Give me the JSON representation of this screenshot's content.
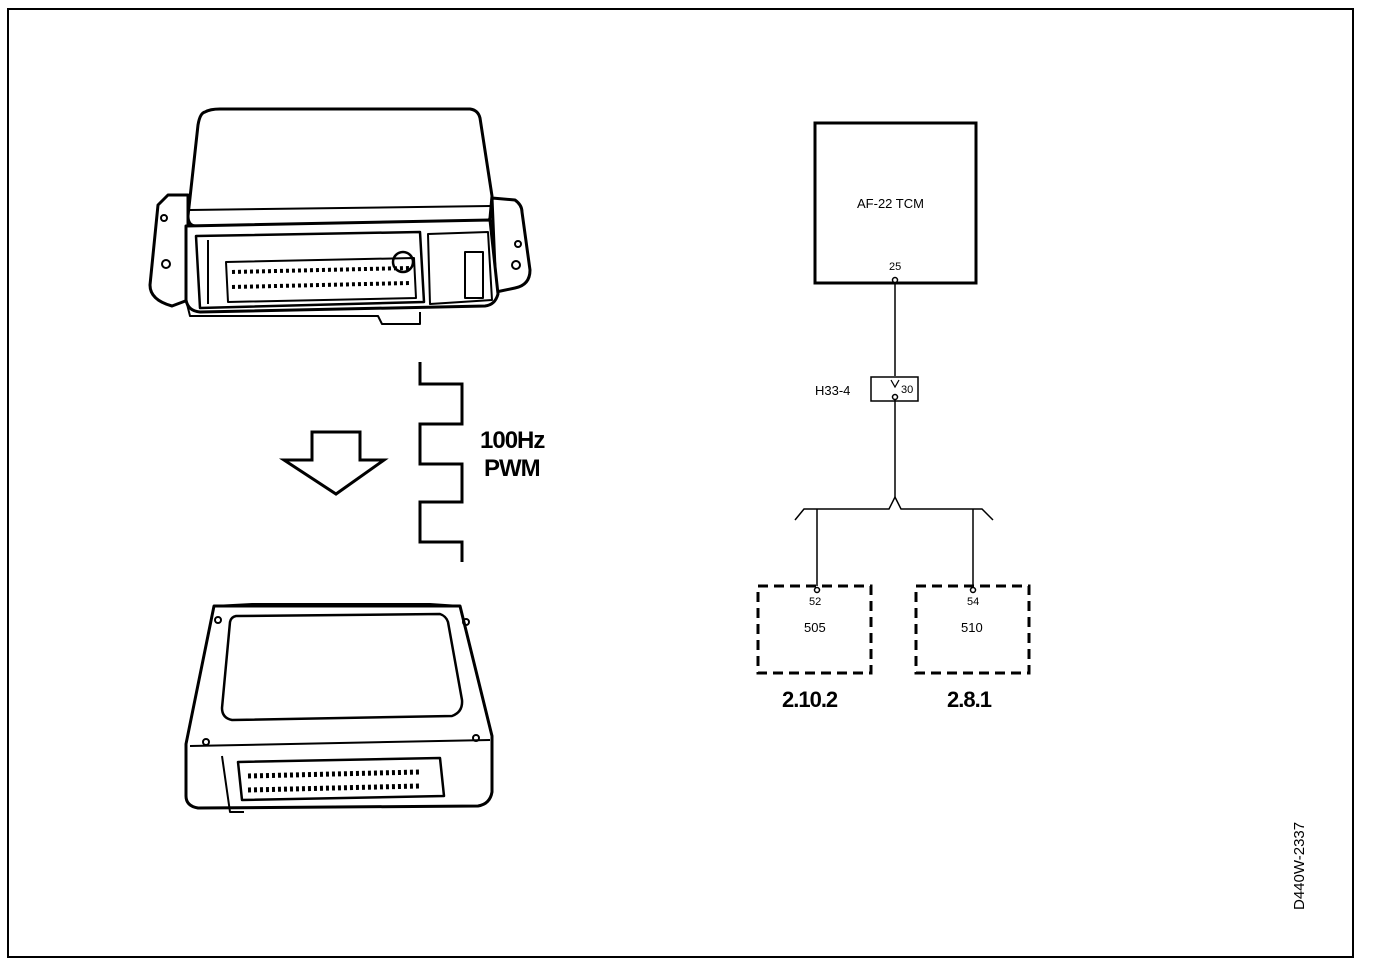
{
  "diagram": {
    "signal": {
      "frequency_label": "100Hz",
      "type_label": "PWM"
    },
    "tcm": {
      "label": "AF-22 TCM",
      "pin": "25"
    },
    "connector": {
      "label": "H33-4",
      "pin": "30"
    },
    "modules": [
      {
        "label": "505",
        "pin": "52",
        "reference": "2.10.2"
      },
      {
        "label": "510",
        "pin": "54",
        "reference": "2.8.1"
      }
    ],
    "document_id": "D440W-2337"
  }
}
